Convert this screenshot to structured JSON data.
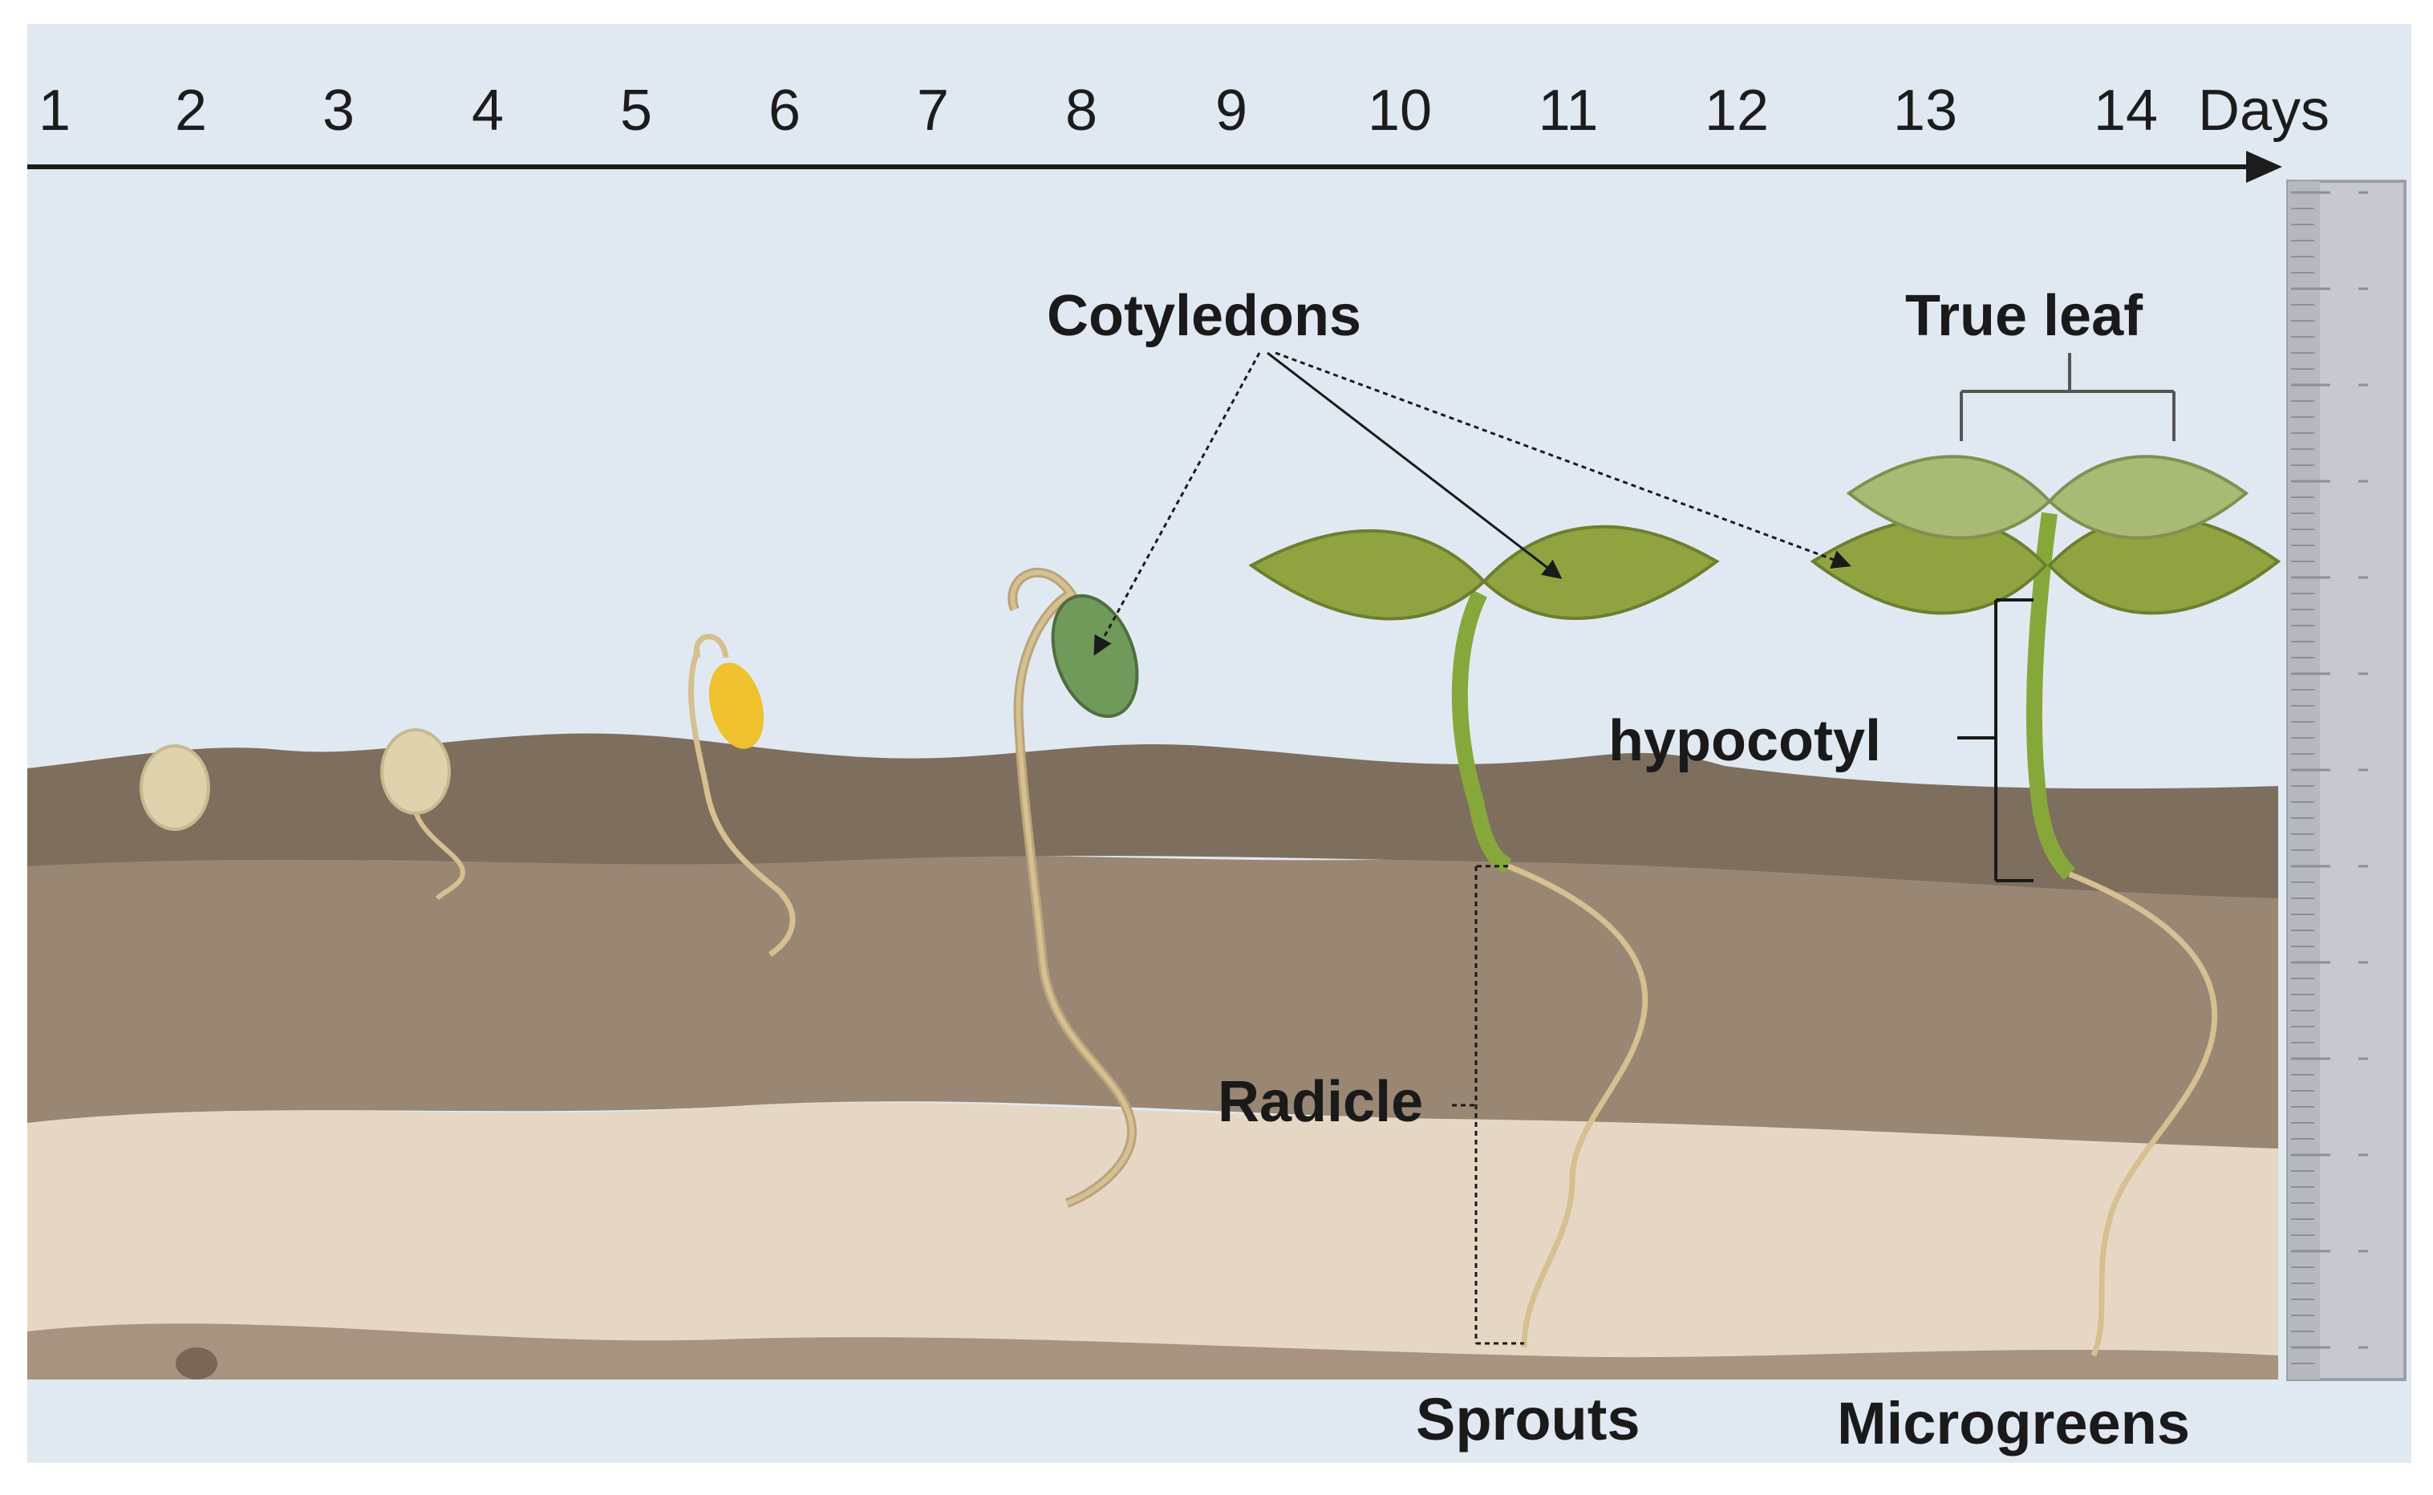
{
  "timeline": {
    "day_numbers": [
      "1",
      "2",
      "3",
      "4",
      "5",
      "6",
      "7",
      "8",
      "9",
      "10",
      "11",
      "12",
      "13",
      "14"
    ],
    "unit_label": "Days"
  },
  "labels": {
    "cotyledons": "Cotyledons",
    "true_leaf": "True leaf",
    "hypocotyl": "hypocotyl",
    "radicle": "Radicle",
    "sprouts": "Sprouts",
    "microgreens": "Microgreens"
  },
  "colors": {
    "sky": "#e0e9f2",
    "topsoil": "#7e6e5d",
    "subsoil": "#998673",
    "sand": "#e6d7c5",
    "bottom_soil": "#a89380",
    "leaf_green": "#8fa441",
    "leaf_light": "#a8ba73",
    "stem_green": "#86a83a",
    "root_tan": "#d6bf90",
    "seed": "#ded2ad",
    "seed_yellow": "#f0c12e",
    "ruler": "#c6cacf"
  },
  "icons": {
    "seed": "seed-icon",
    "seedling": "seedling-icon",
    "ruler": "ruler-icon",
    "arrow": "arrow-right-icon"
  }
}
